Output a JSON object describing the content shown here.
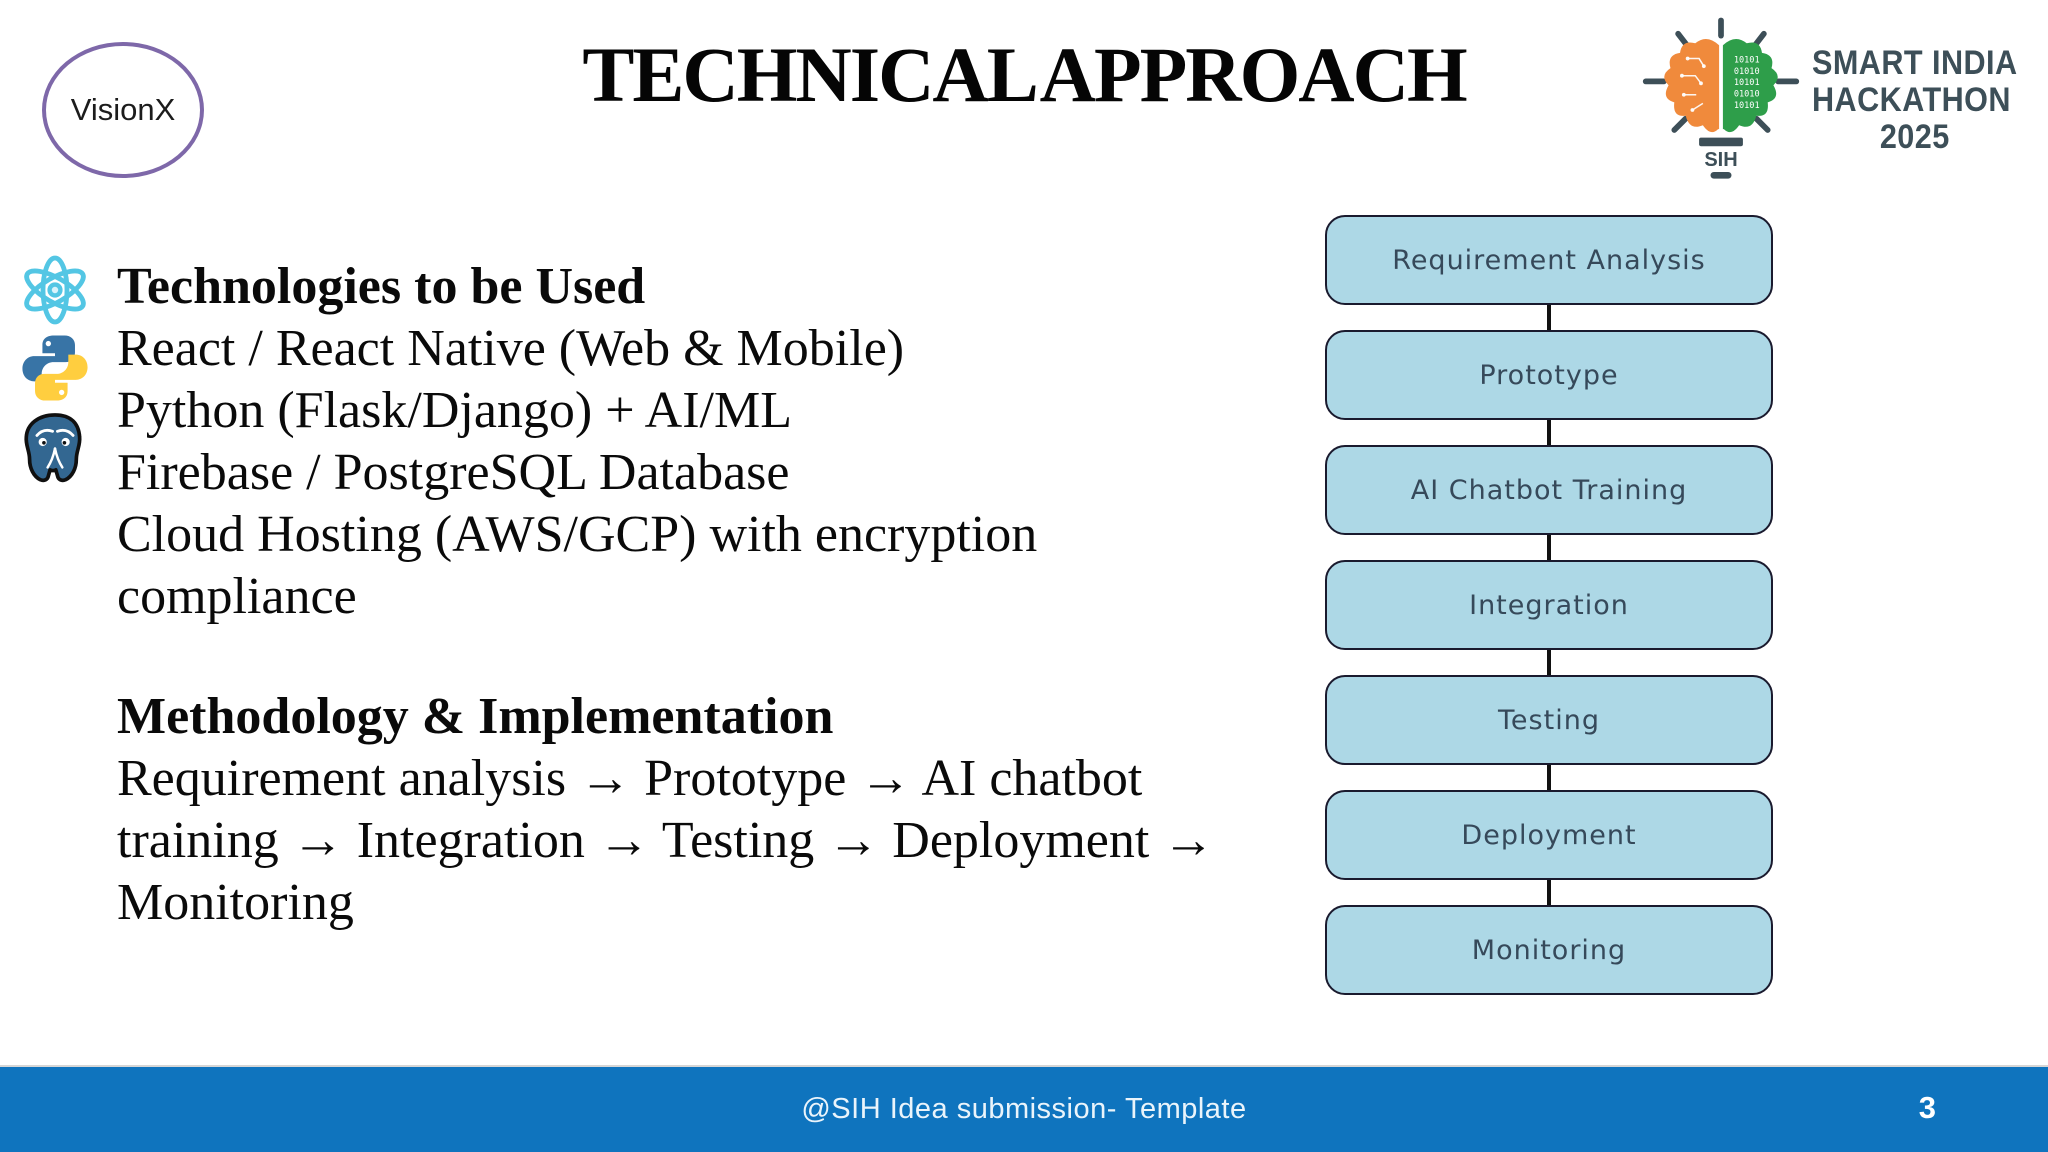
{
  "header": {
    "badge": "VisionX",
    "title": "TECHNICAL APPROACH",
    "logo": {
      "line1": "SMART INDIA",
      "line2": "HACKATHON",
      "line3": "2025",
      "bulb_label": "SIH",
      "binary_rows": [
        "10101",
        "01010",
        "10101",
        "01010",
        "10101"
      ],
      "colors": {
        "orange": "#F08A3C",
        "green": "#2E9E4A",
        "slate": "#3D4F58"
      }
    }
  },
  "tech": {
    "heading": "Technologies to be Used",
    "lines": [
      "React / React Native (Web & Mobile)",
      "Python (Flask/Django) + AI/ML",
      "Firebase / PostgreSQL Database",
      "Cloud Hosting (AWS/GCP) with encryption",
      "compliance"
    ],
    "icons": [
      "react-icon",
      "python-icon",
      "postgresql-icon"
    ],
    "icon_colors": {
      "react_cyan": "#53C6E4",
      "python_blue": "#3874A6",
      "python_yellow": "#FFCE3F",
      "postgres_blue": "#336791"
    }
  },
  "methodology": {
    "heading": "Methodology & Implementation",
    "lines": [
      "Requirement analysis → Prototype → AI chatbot",
      "training → Integration → Testing → Deployment →",
      "Monitoring"
    ]
  },
  "flowchart": {
    "type": "flowchart",
    "direction": "vertical",
    "steps": [
      "Requirement Analysis",
      "Prototype",
      "AI Chatbot Training",
      "Integration",
      "Testing",
      "Deployment",
      "Monitoring"
    ],
    "box_fill": "#ADD8E6",
    "box_border": "#1A1A2E",
    "box_text_color": "#36495A",
    "connector_color": "#111111"
  },
  "footer": {
    "text": "@SIH Idea submission- Template",
    "page_number": "3",
    "background": "#0F74BE"
  },
  "colors": {
    "badge_border": "#7E68A9",
    "title_color": "#050505"
  }
}
